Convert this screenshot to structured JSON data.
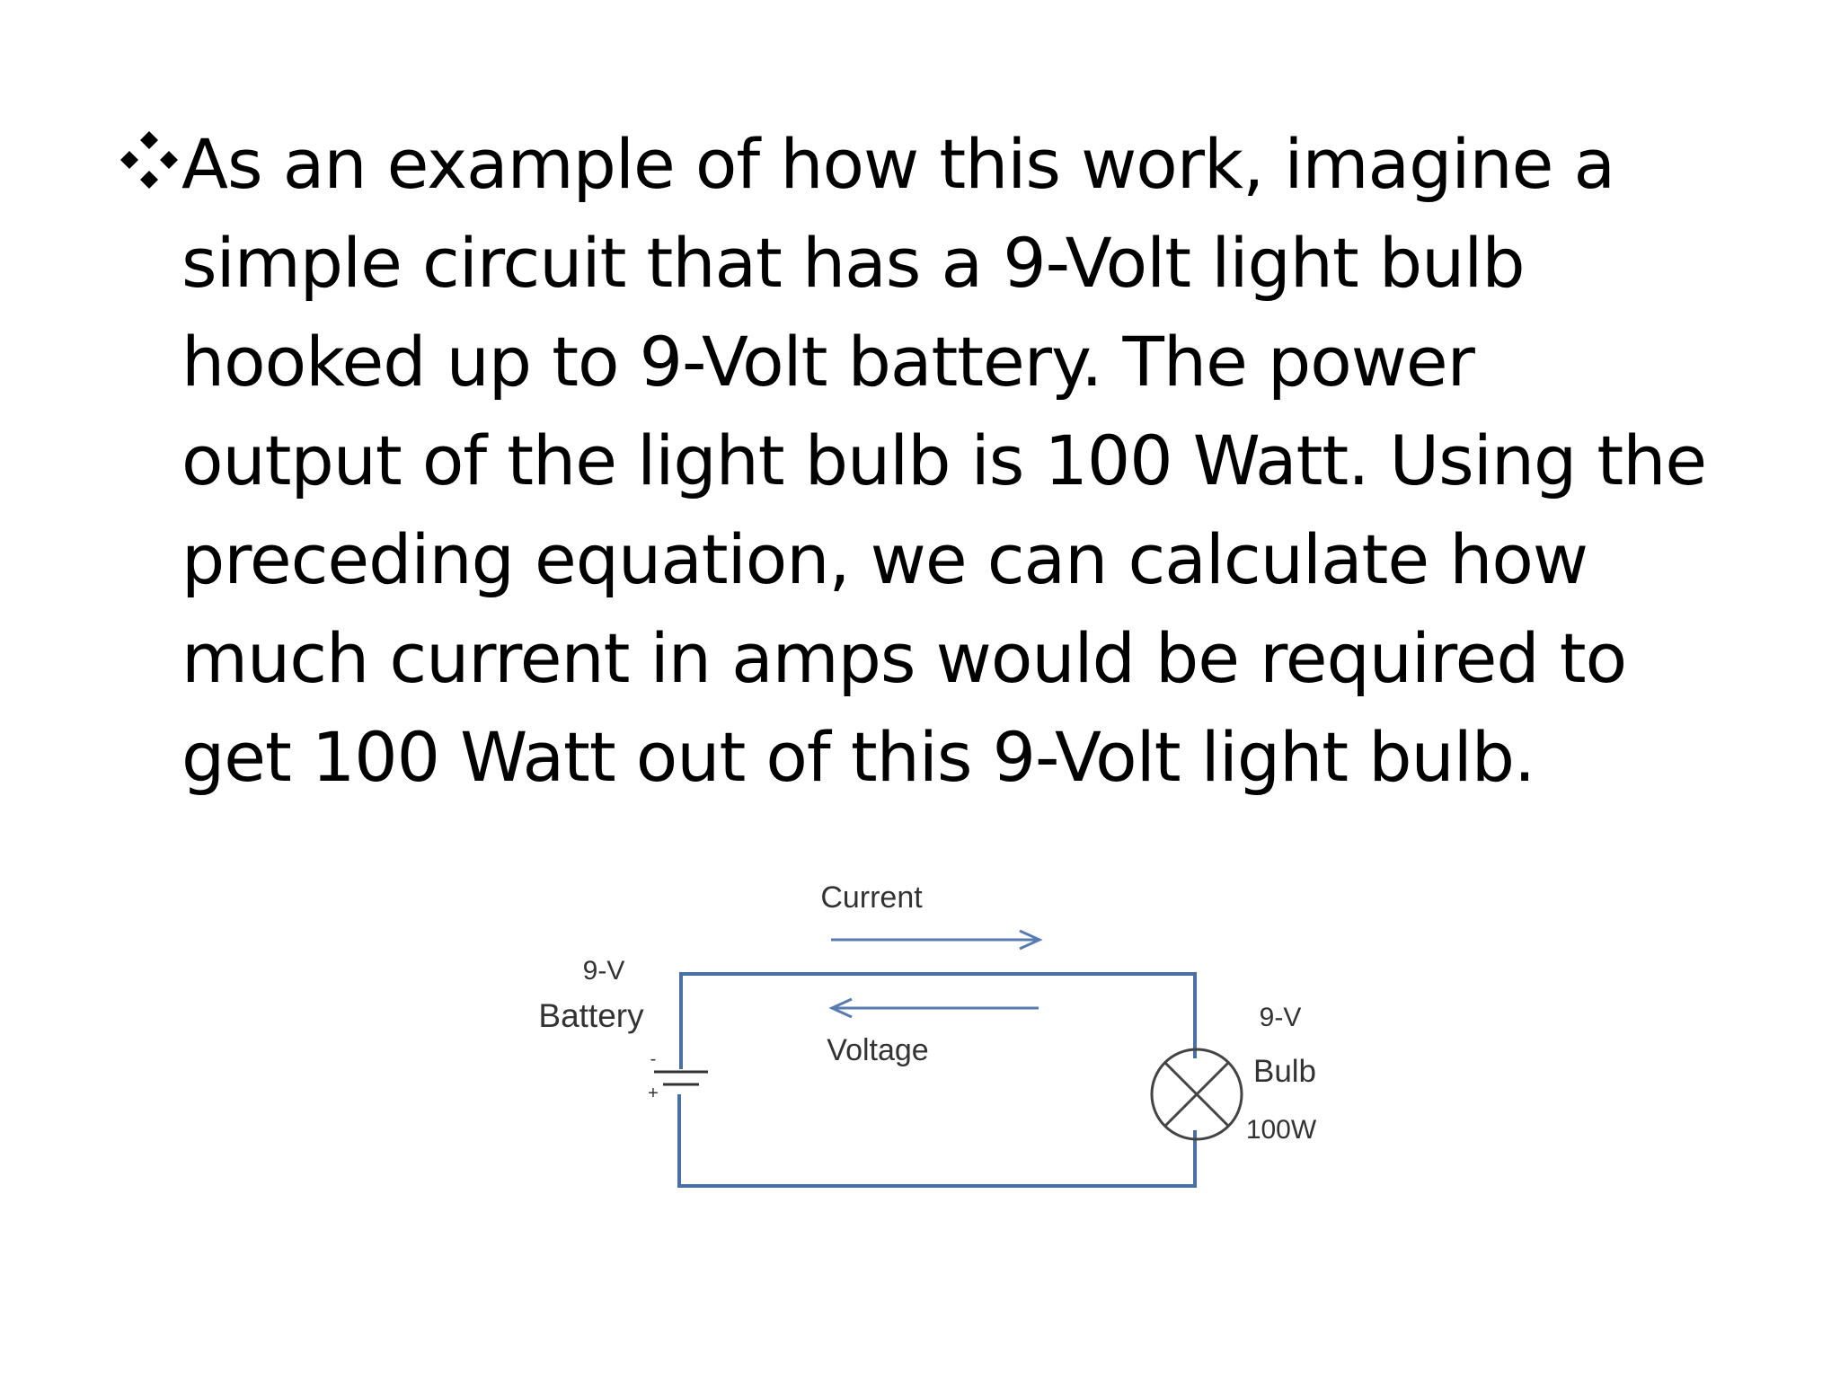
{
  "slide": {
    "bullet_lines": [
      "As an example of how this work, imagine a",
      "simple circuit that has a 9-Volt light bulb",
      "hooked up to 9-Volt battery. The power",
      "output of the light bulb is 100 Watt. Using the",
      "preceding equation, we can calculate how",
      "much current in amps would be required to",
      "get 100 Watt out of this 9-Volt light bulb."
    ],
    "bullet_icon": "four-diamonds-icon"
  },
  "diagram": {
    "current_label": "Current",
    "voltage_label": "Voltage",
    "battery_voltage": "9-V",
    "battery_label": "Battery",
    "battery_minus": "-",
    "battery_plus": "+",
    "bulb_voltage": "9-V",
    "bulb_label": "Bulb",
    "bulb_power": "100W",
    "wire_color": "#4a6fa5",
    "arrow_color": "#5a7bb0"
  }
}
